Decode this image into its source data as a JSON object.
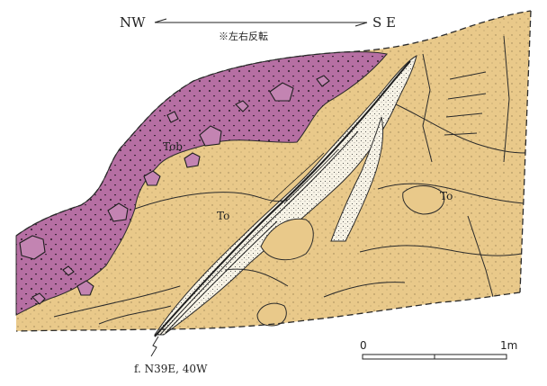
{
  "orientation": {
    "left": "NW",
    "right": "S E",
    "note": "※左右反転"
  },
  "units": [
    {
      "code": "Tob",
      "color": "#b66fa3"
    },
    {
      "code": "To",
      "color": "#e9c98a"
    },
    {
      "code": "To",
      "color": "#e9c98a"
    }
  ],
  "fault": {
    "label": "f. N39E, 40W"
  },
  "scale": {
    "start": "0",
    "end": "1m"
  },
  "colors": {
    "matrix": "#e9c98a",
    "breccia": "#b66fa3",
    "gouge": "#f7f3e6",
    "line": "#2a2a2a"
  }
}
